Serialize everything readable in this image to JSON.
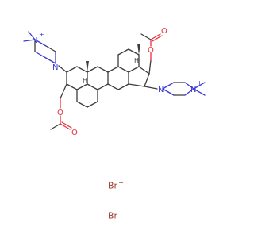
{
  "figure": {
    "kind": "chemical-structure",
    "description_visible_labels": true
  },
  "colors": {
    "bond": "#3c3c3c",
    "oxygen": "#e8303a",
    "nitrogen": "#3a3ad6",
    "bromide": "#9a3c2a"
  },
  "atoms": {
    "o_acetate_top": "O",
    "o_acetate_top_ester": "O",
    "o_acetate_bottom": "O",
    "o_acetate_bottom_ester": "O",
    "n_left_ring": "N",
    "n_left_quat": "N",
    "n_right_ring": "N",
    "n_right_quat": "N",
    "h_c10": "H",
    "h_c13": "H",
    "plus": "+"
  },
  "ions": {
    "bromide_1": "Br",
    "bromide_2": "Br",
    "bromide_charge": "−"
  }
}
